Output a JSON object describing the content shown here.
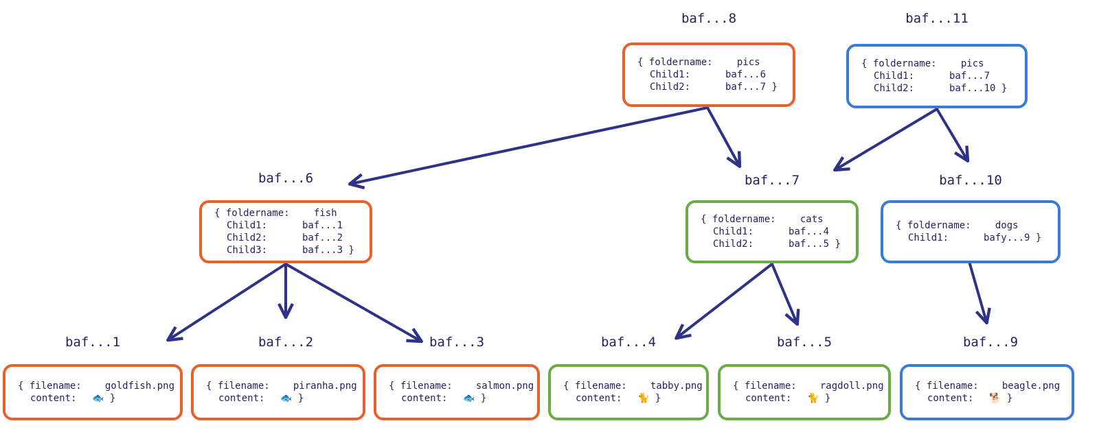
{
  "colors": {
    "orange": "#e8602c",
    "blue": "#3a7bd5",
    "green": "#6aab45",
    "edge": "#2e3388",
    "text": "#23235e"
  },
  "nodes": [
    {
      "id": "n8",
      "color": "orange",
      "cid": "baf...8",
      "kind": "folder",
      "name_key": "foldername:",
      "name": "pics",
      "children": [
        {
          "k": "Child1:",
          "v": "baf...6"
        },
        {
          "k": "Child2:",
          "v": "baf...7"
        }
      ]
    },
    {
      "id": "n11",
      "color": "blue",
      "cid": "baf...11",
      "kind": "folder",
      "name_key": "foldername:",
      "name": "pics",
      "children": [
        {
          "k": "Child1:",
          "v": "baf...7"
        },
        {
          "k": "Child2:",
          "v": "baf...10"
        }
      ]
    },
    {
      "id": "n6",
      "color": "orange",
      "cid": "baf...6",
      "kind": "folder",
      "name_key": "foldername:",
      "name": "fish",
      "children": [
        {
          "k": "Child1:",
          "v": "baf...1"
        },
        {
          "k": "Child2:",
          "v": "baf...2"
        },
        {
          "k": "Child3:",
          "v": "baf...3"
        }
      ]
    },
    {
      "id": "n7",
      "color": "green",
      "cid": "baf...7",
      "kind": "folder",
      "name_key": "foldername:",
      "name": "cats",
      "children": [
        {
          "k": "Child1:",
          "v": "baf...4"
        },
        {
          "k": "Child2:",
          "v": "baf...5"
        }
      ]
    },
    {
      "id": "n10",
      "color": "blue",
      "cid": "baf...10",
      "kind": "folder",
      "name_key": "foldername:",
      "name": "dogs",
      "children": [
        {
          "k": "Child1:",
          "v": "bafy...9"
        }
      ]
    },
    {
      "id": "n1",
      "color": "orange",
      "cid": "baf...1",
      "kind": "file",
      "name_key": "filename:",
      "name": "goldfish.png",
      "content_key": "content:",
      "content": "🐟"
    },
    {
      "id": "n2",
      "color": "orange",
      "cid": "baf...2",
      "kind": "file",
      "name_key": "filename:",
      "name": "piranha.png",
      "content_key": "content:",
      "content": "🐟"
    },
    {
      "id": "n3",
      "color": "orange",
      "cid": "baf...3",
      "kind": "file",
      "name_key": "filename:",
      "name": "salmon.png",
      "content_key": "content:",
      "content": "🐟"
    },
    {
      "id": "n4",
      "color": "green",
      "cid": "baf...4",
      "kind": "file",
      "name_key": "filename:",
      "name": "tabby.png",
      "content_key": "content:",
      "content": "🐈"
    },
    {
      "id": "n5",
      "color": "green",
      "cid": "baf...5",
      "kind": "file",
      "name_key": "filename:",
      "name": "ragdoll.png",
      "content_key": "content:",
      "content": "🐈"
    },
    {
      "id": "n9",
      "color": "blue",
      "cid": "baf...9",
      "kind": "file",
      "name_key": "filename:",
      "name": "beagle.png",
      "content_key": "content:",
      "content": "🐕"
    }
  ],
  "edges": [
    {
      "from": "n8",
      "to": "n6"
    },
    {
      "from": "n8",
      "to": "n7"
    },
    {
      "from": "n11",
      "to": "n7"
    },
    {
      "from": "n11",
      "to": "n10"
    },
    {
      "from": "n6",
      "to": "n1"
    },
    {
      "from": "n6",
      "to": "n2"
    },
    {
      "from": "n6",
      "to": "n3"
    },
    {
      "from": "n7",
      "to": "n4"
    },
    {
      "from": "n7",
      "to": "n5"
    },
    {
      "from": "n10",
      "to": "n9"
    }
  ]
}
